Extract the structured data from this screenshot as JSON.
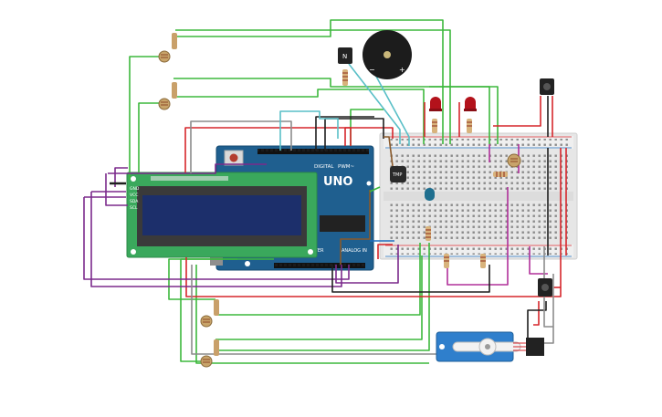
{
  "colors": {
    "wire_green": "#3db83d",
    "wire_red": "#d6262b",
    "wire_purple": "#7b2a8c",
    "wire_black": "#1f1f1f",
    "wire_gray": "#8c8c8c",
    "wire_cyan": "#59bfc7",
    "wire_magenta": "#b0309a",
    "wire_brown": "#8a5a2b",
    "wire_blue": "#1f6fbf",
    "board_blue": "#1f5f8f",
    "lcd_green": "#3aa85c",
    "lcd_screen": "#1c2f6b",
    "breadboard": "#e9e9e9",
    "led_red": "#b3121b",
    "servo_blue": "#2f7fcc"
  },
  "arduino": {
    "logo": "UNO",
    "digital_label": "DIGITAL",
    "pwm_label": "PWM~",
    "power_label": "POWER",
    "analog_label": "ANALOG IN"
  },
  "lcd": {
    "pins": [
      "GND",
      "VCC",
      "SDA",
      "SCL"
    ]
  },
  "temp_sensor": {
    "label": "TMP"
  },
  "transistor": {
    "label": "N"
  },
  "buzzer": {
    "minus": "−",
    "plus": "+"
  }
}
